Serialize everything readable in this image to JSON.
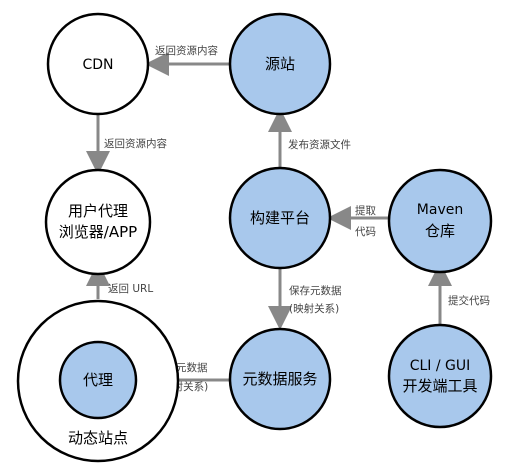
{
  "colors": {
    "node_fill": "#a8c8ec",
    "node_fill_white": "#ffffff",
    "stroke": "#000000",
    "arrow": "#888888",
    "edge_text": "#444444"
  },
  "nodes": {
    "cdn": {
      "label": "CDN"
    },
    "origin": {
      "label": "源站"
    },
    "client": {
      "line1": "用户代理",
      "line2": "浏览器/APP"
    },
    "build": {
      "label": "构建平台"
    },
    "maven": {
      "line1": "Maven",
      "line2": "仓库"
    },
    "metadata": {
      "label": "元数据服务"
    },
    "proxy": {
      "label": "代理"
    },
    "dynamic_site": {
      "label": "动态站点"
    },
    "cli_gui": {
      "line1": "CLI / GUI",
      "line2": "开发端工具"
    }
  },
  "edges": {
    "origin_to_cdn": {
      "label": "返回资源内容"
    },
    "cdn_to_client": {
      "label": "返回资源内容"
    },
    "build_to_origin": {
      "label": "发布资源文件"
    },
    "maven_to_build": {
      "line1": "提取",
      "line2": "代码"
    },
    "build_to_metadata": {
      "line1": "保存元数据",
      "line2": "(映射关系)"
    },
    "metadata_to_proxy": {
      "line1": "提取元数据",
      "line2": "(映射关系)"
    },
    "site_to_client": {
      "label": "返回 URL"
    },
    "cli_to_maven": {
      "label": "提交代码"
    }
  }
}
